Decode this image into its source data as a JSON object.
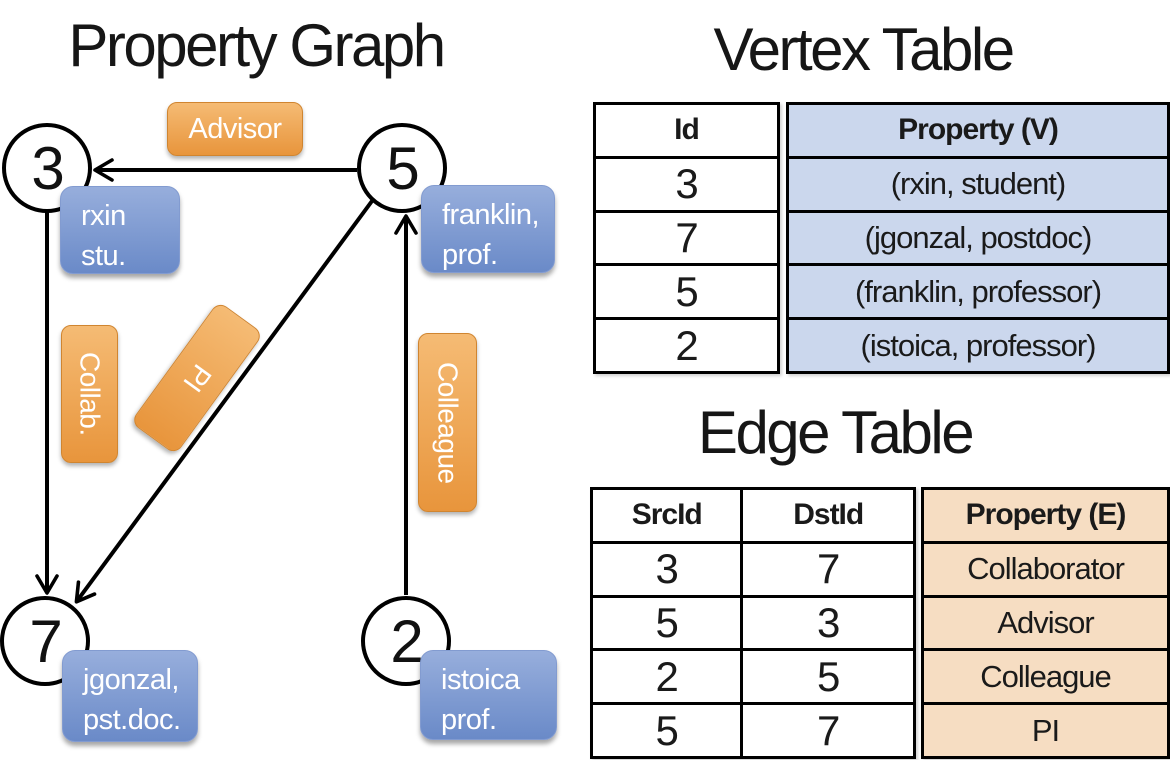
{
  "graph": {
    "title": "Property Graph",
    "nodes": [
      {
        "id": "3",
        "property": {
          "line1": "rxin",
          "line2": "stu."
        }
      },
      {
        "id": "5",
        "property": {
          "line1": "franklin,",
          "line2": "prof."
        }
      },
      {
        "id": "7",
        "property": {
          "line1": "jgonzal,",
          "line2": "pst.doc."
        }
      },
      {
        "id": "2",
        "property": {
          "line1": "istoica",
          "line2": "prof."
        }
      }
    ],
    "edges": [
      {
        "label": "Advisor",
        "src": "5",
        "dst": "3"
      },
      {
        "label": "Collab.",
        "src": "3",
        "dst": "7"
      },
      {
        "label": "PI",
        "src": "5",
        "dst": "7"
      },
      {
        "label": "Colleague",
        "src": "2",
        "dst": "5"
      }
    ]
  },
  "vertex_table": {
    "title": "Vertex Table",
    "columns": [
      "Id",
      "Property (V)"
    ],
    "rows": [
      [
        "3",
        "(rxin, student)"
      ],
      [
        "7",
        "(jgonzal, postdoc)"
      ],
      [
        "5",
        "(franklin, professor)"
      ],
      [
        "2",
        "(istoica, professor)"
      ]
    ]
  },
  "edge_table": {
    "title": "Edge Table",
    "columns": [
      "SrcId",
      "DstId",
      "Property (E)"
    ],
    "rows": [
      [
        "3",
        "7",
        "Collaborator"
      ],
      [
        "5",
        "3",
        "Advisor"
      ],
      [
        "2",
        "5",
        "Colleague"
      ],
      [
        "5",
        "7",
        "PI"
      ]
    ]
  },
  "colors": {
    "orange_top": "#F5BB74",
    "orange_bottom": "#E8953C",
    "orange_border": "#D08530",
    "blue_top": "#97AEDC",
    "blue_bottom": "#6A8AC8",
    "blue_border": "#829BD0",
    "table_blue": "#CBD7ED",
    "table_tan": "#F6DDC2",
    "edge_stroke": "#000000"
  }
}
